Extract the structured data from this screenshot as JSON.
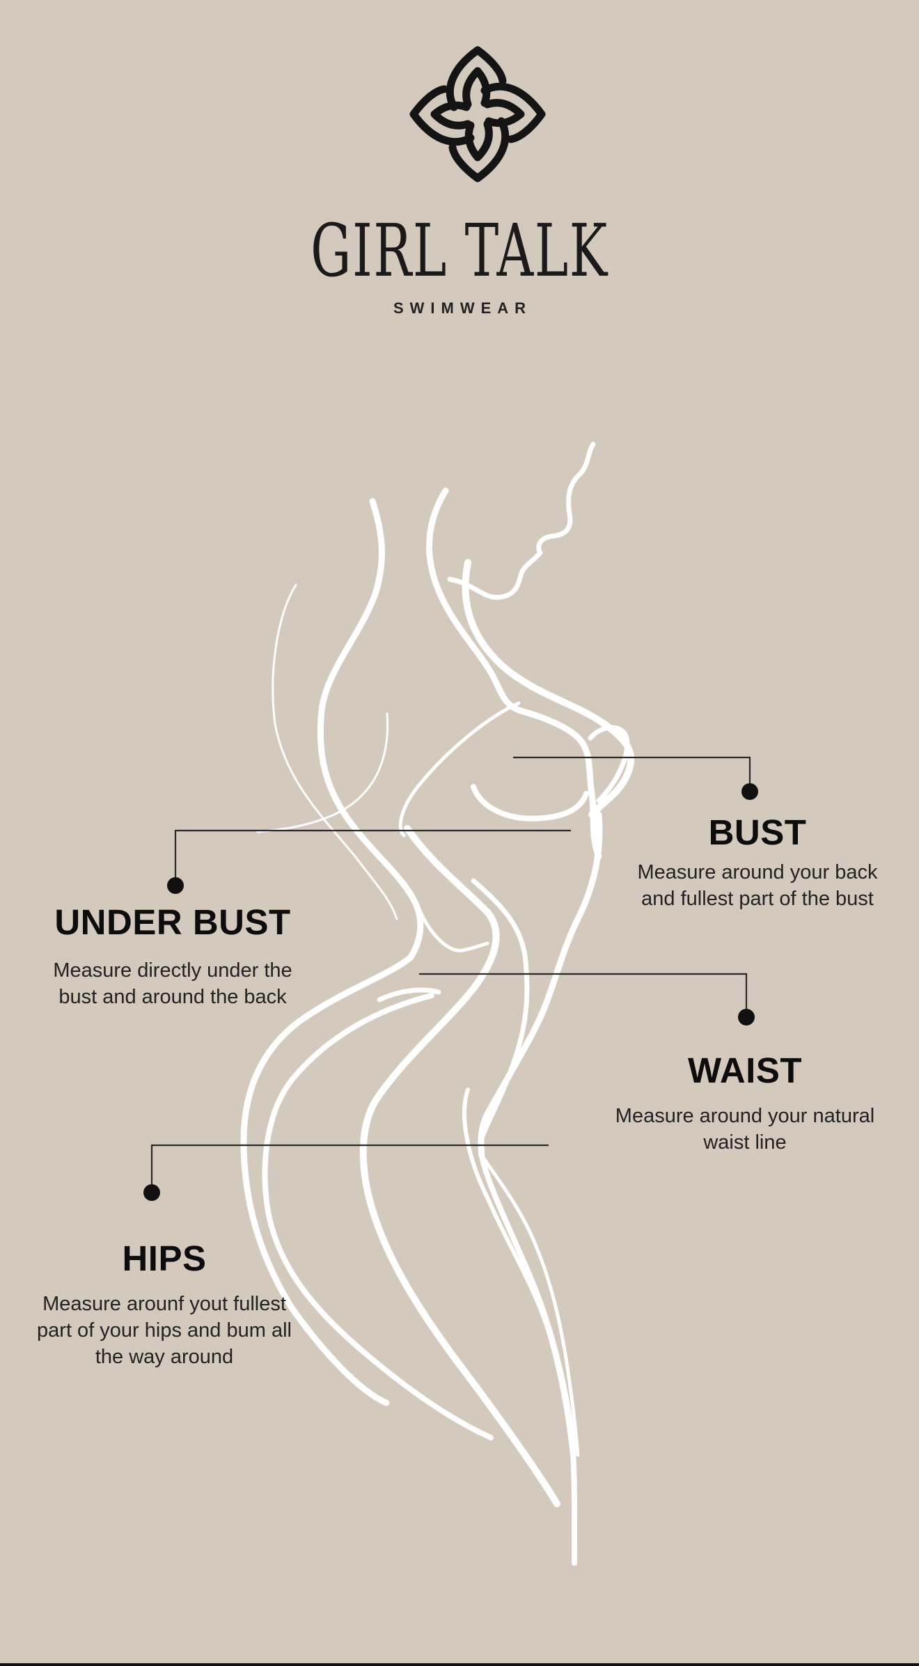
{
  "brand": {
    "name": "GIRL TALK",
    "tagline": "SWIMWEAR",
    "logo_icon": "four-petal-flower-knot-icon"
  },
  "colors": {
    "background": "#d3c9bc",
    "text": "#151515",
    "figure_lines": "#ffffff",
    "leader_lines": "#2a2a2a"
  },
  "measurements": [
    {
      "id": "bust",
      "label": "BUST",
      "description_lines": [
        "Measure around your back",
        "and fullest part of the bust"
      ]
    },
    {
      "id": "under-bust",
      "label": "UNDER BUST",
      "description_lines": [
        "Measure directly under the",
        "bust and around the back"
      ]
    },
    {
      "id": "waist",
      "label": "WAIST",
      "description_lines": [
        "Measure around your natural",
        "waist line"
      ]
    },
    {
      "id": "hips",
      "label": "HIPS",
      "description_lines": [
        "Measure arounf yout fullest",
        "part of your hips and bum all",
        "the way around"
      ]
    }
  ]
}
